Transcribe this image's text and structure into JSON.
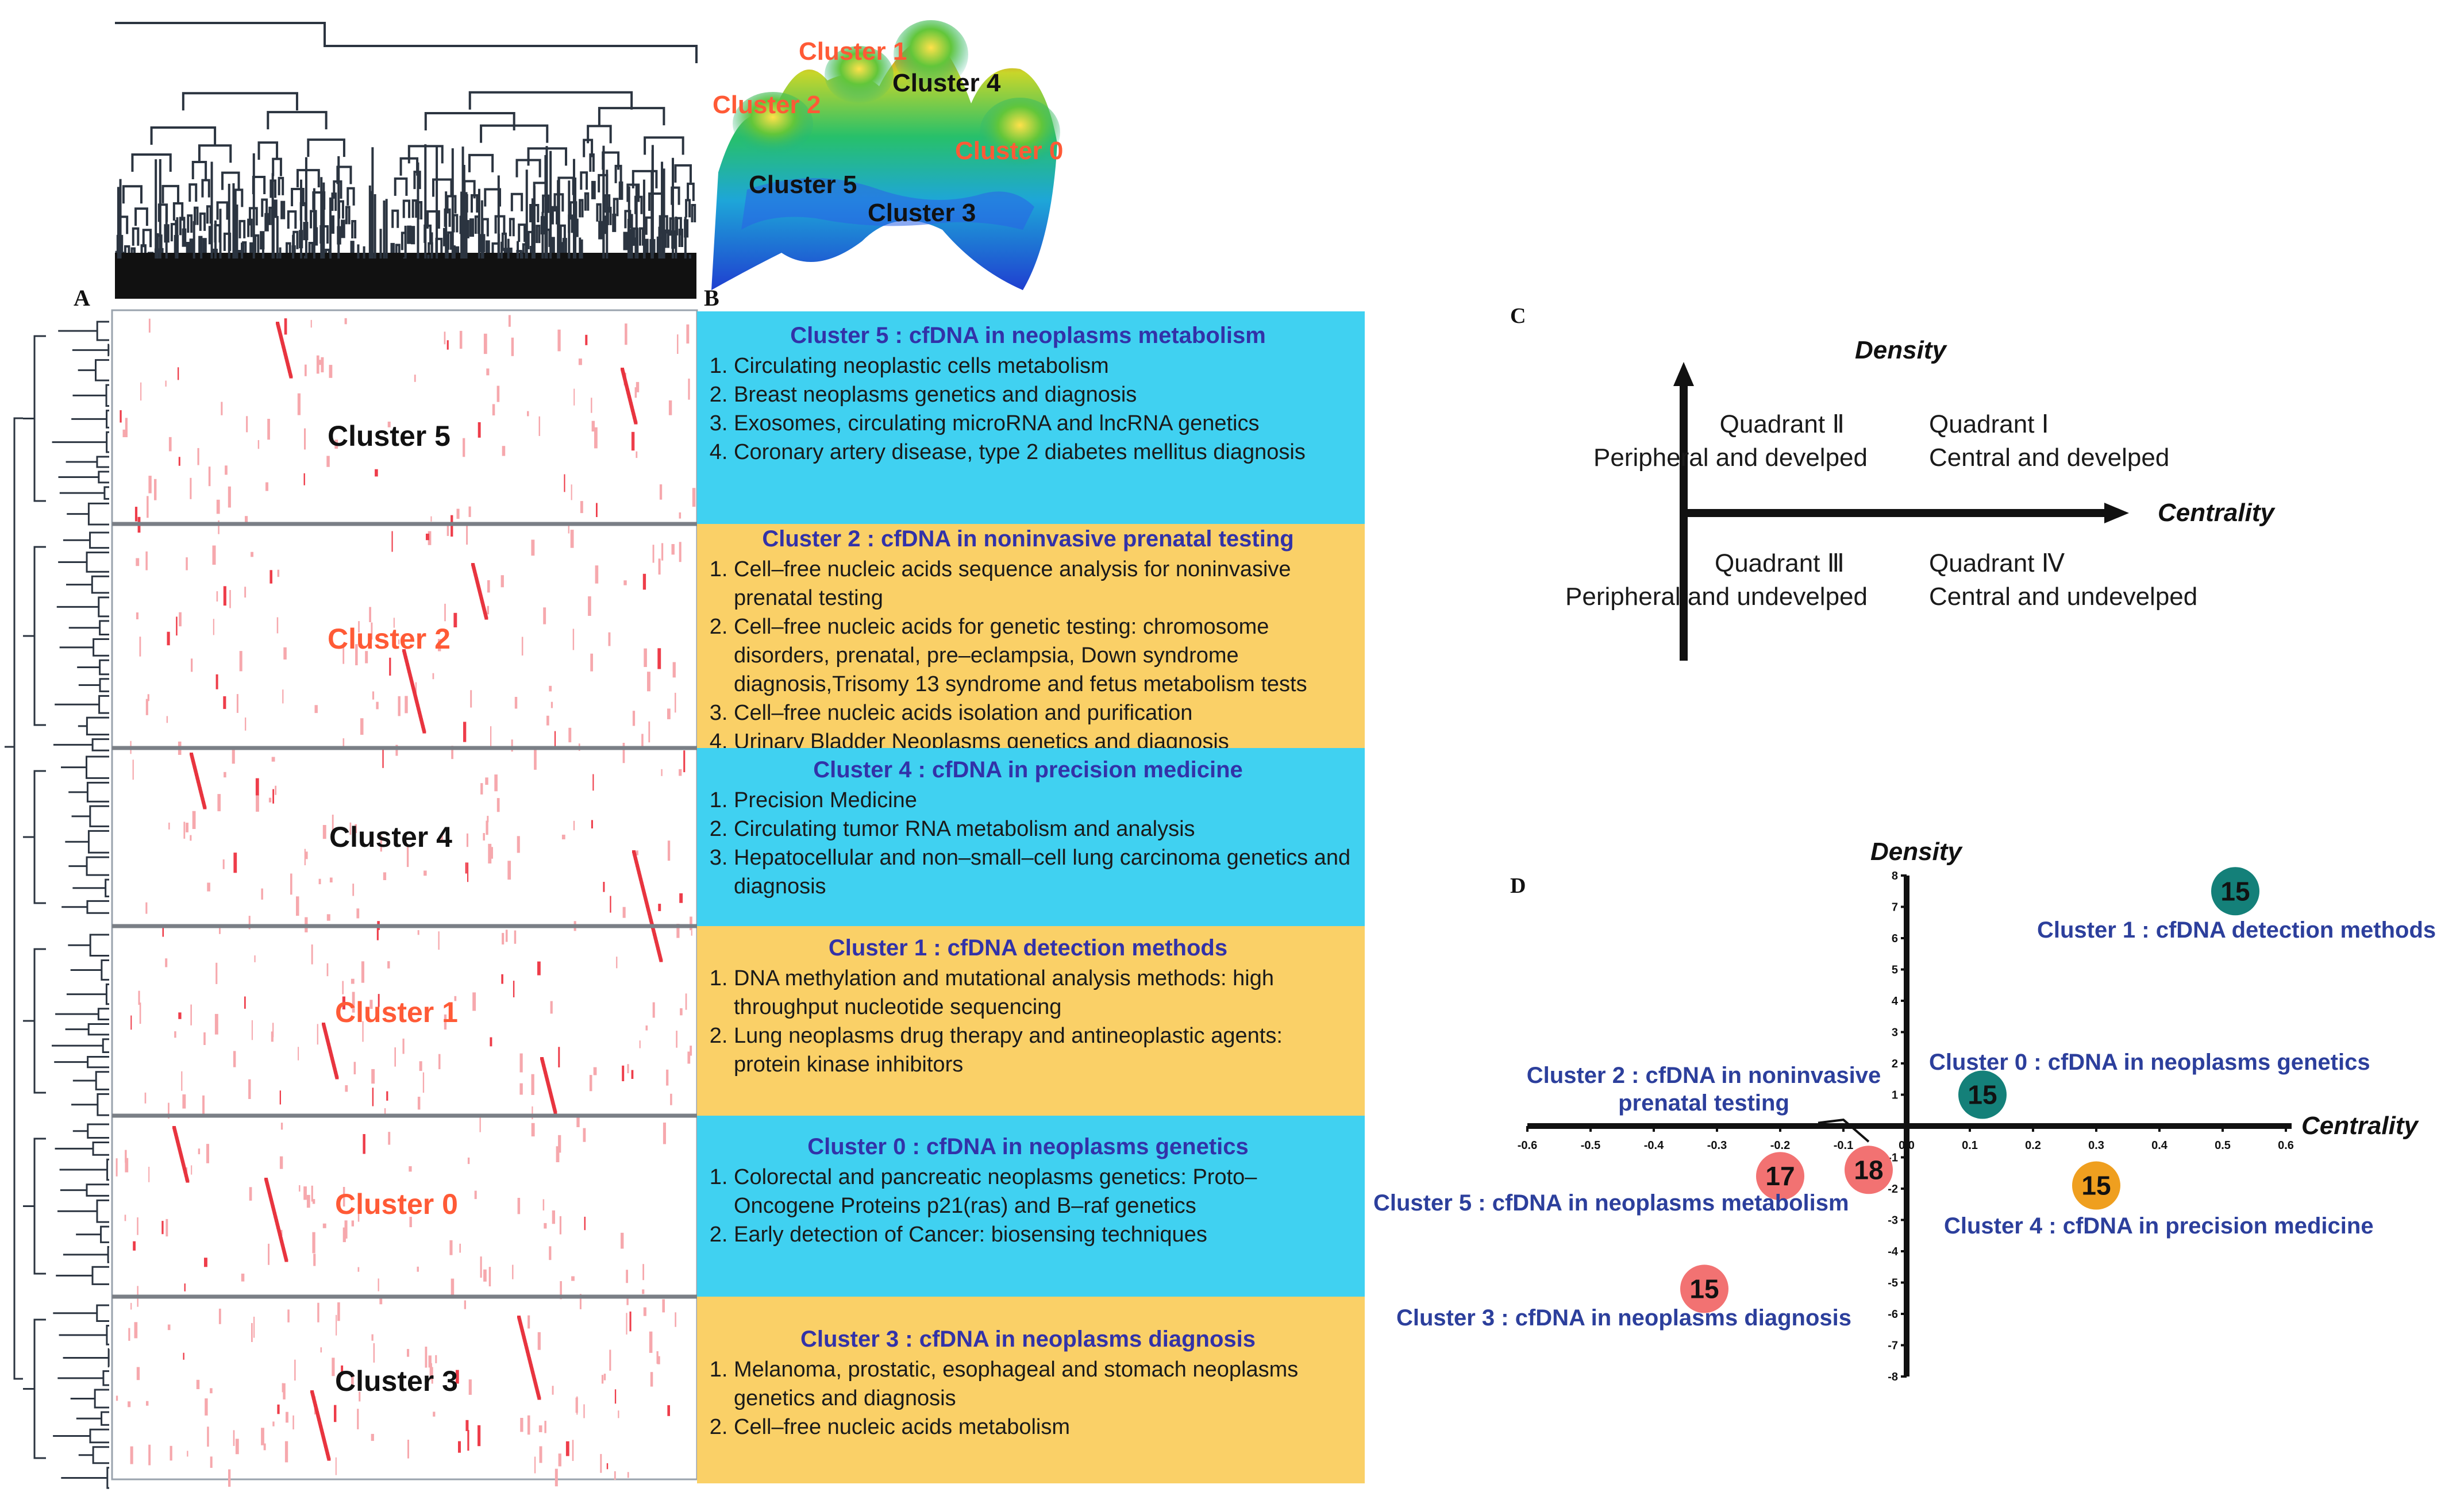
{
  "panels": {
    "a": "A",
    "b": "B",
    "c": "C",
    "d": "D"
  },
  "terrain_labels": [
    {
      "text": "Cluster 1",
      "color": "#ff5a36"
    },
    {
      "text": "Cluster 4",
      "color": "#111111"
    },
    {
      "text": "Cluster 2",
      "color": "#ff5a36"
    },
    {
      "text": "Cluster 0",
      "color": "#ff5a36"
    },
    {
      "text": "Cluster 5",
      "color": "#111111"
    },
    {
      "text": "Cluster 3",
      "color": "#111111"
    }
  ],
  "heatmap_labels": [
    {
      "text": "Cluster 5",
      "color": "#111111"
    },
    {
      "text": "Cluster 2",
      "color": "#ff5a36"
    },
    {
      "text": "Cluster 4",
      "color": "#111111"
    },
    {
      "text": "Cluster 1",
      "color": "#ff5a36"
    },
    {
      "text": "Cluster 0",
      "color": "#ff5a36"
    },
    {
      "text": "Cluster 3",
      "color": "#111111"
    }
  ],
  "cluster_boxes": [
    {
      "title": "Cluster 5 : cfDNA in neoplasms metabolism",
      "color": "#40d1f1",
      "items": [
        "Circulating neoplastic cells metabolism",
        "Breast neoplasms genetics and diagnosis",
        "Exosomes, circulating microRNA and lncRNA genetics",
        "Coronary artery disease, type 2 diabetes mellitus diagnosis"
      ]
    },
    {
      "title": "Cluster 2 : cfDNA in noninvasive prenatal testing",
      "color": "#fad067",
      "items": [
        "Cell–free nucleic acids sequence analysis for noninvasive prenatal testing",
        "Cell–free nucleic acids for genetic testing: chromosome disorders, prenatal, pre–eclampsia, Down syndrome diagnosis,Trisomy 13 syndrome and fetus metabolism tests",
        "Cell–free nucleic acids isolation and purification",
        "Urinary Bladder Neoplasms genetics and diagnosis"
      ]
    },
    {
      "title": "Cluster 4 : cfDNA in precision medicine",
      "color": "#40d1f1",
      "items": [
        "Precision Medicine",
        "Circulating tumor RNA metabolism and analysis",
        "Hepatocellular and non–small–cell lung carcinoma genetics and diagnosis"
      ]
    },
    {
      "title": "Cluster 1 : cfDNA detection methods",
      "color": "#fad067",
      "items": [
        "DNA methylation and mutational analysis methods: high throughput nucleotide sequencing",
        "Lung neoplasms drug therapy and antineoplastic agents: protein kinase inhibitors"
      ]
    },
    {
      "title": "Cluster 0 : cfDNA in neoplasms genetics",
      "color": "#40d1f1",
      "items": [
        "Colorectal and pancreatic neoplasms genetics: Proto–Oncogene Proteins p21(ras) and B–raf genetics",
        "Early detection of Cancer: biosensing techniques"
      ]
    },
    {
      "title": "Cluster 3 : cfDNA in neoplasms diagnosis",
      "color": "#fad067",
      "items": [
        "Melanoma, prostatic, esophageal and stomach  neoplasms genetics and diagnosis",
        "Cell–free nucleic acids metabolism"
      ]
    }
  ],
  "quadrant_diagram": {
    "y_axis": "Density",
    "x_axis": "Centrality",
    "q1": {
      "name": "Quadrant Ⅰ",
      "desc": "Central and develped"
    },
    "q2": {
      "name": "Quadrant Ⅱ",
      "desc": "Peripheral and develped"
    },
    "q3": {
      "name": "Quadrant Ⅲ",
      "desc": "Peripheral and undevelped"
    },
    "q4": {
      "name": "Quadrant Ⅳ",
      "desc": "Central and undevelped"
    }
  },
  "chart_data": {
    "type": "scatter",
    "xlabel": "Centrality",
    "ylabel": "Density",
    "xlim": [
      -0.6,
      0.6
    ],
    "ylim": [
      -8,
      8
    ],
    "x_ticks": [
      "-0.6",
      "-0.5",
      "-0.4",
      "-0.3",
      "-0.2",
      "-0.1",
      "0.0",
      "0.1",
      "0.2",
      "0.3",
      "0.4",
      "0.5",
      "0.6"
    ],
    "y_ticks": [
      "-8",
      "-7",
      "-6",
      "-5",
      "-4",
      "-3",
      "-2",
      "-1",
      "0",
      "1",
      "2",
      "3",
      "4",
      "5",
      "6",
      "7",
      "8"
    ],
    "points": [
      {
        "label": "Cluster 1 : cfDNA detection methods",
        "x": 0.52,
        "y": 7.5,
        "value": "15",
        "color": "#148079"
      },
      {
        "label": "Cluster 0 : cfDNA in neoplasms genetics",
        "x": 0.12,
        "y": 1.0,
        "value": "15",
        "color": "#148079"
      },
      {
        "label": "Cluster 2 : cfDNA in noninvasive prenatal testing",
        "x": -0.06,
        "y": -1.4,
        "value": "18",
        "color": "#f27272"
      },
      {
        "label": "Cluster 5 : cfDNA in neoplasms metabolism",
        "x": -0.2,
        "y": -1.6,
        "value": "17",
        "color": "#f27272"
      },
      {
        "label": "Cluster 4 : cfDNA in precision medicine",
        "x": 0.3,
        "y": -1.9,
        "value": "15",
        "color": "#ef9f1f"
      },
      {
        "label": "Cluster 3 : cfDNA in neoplasms diagnosis",
        "x": -0.32,
        "y": -5.2,
        "value": "15",
        "color": "#f27272"
      }
    ]
  }
}
